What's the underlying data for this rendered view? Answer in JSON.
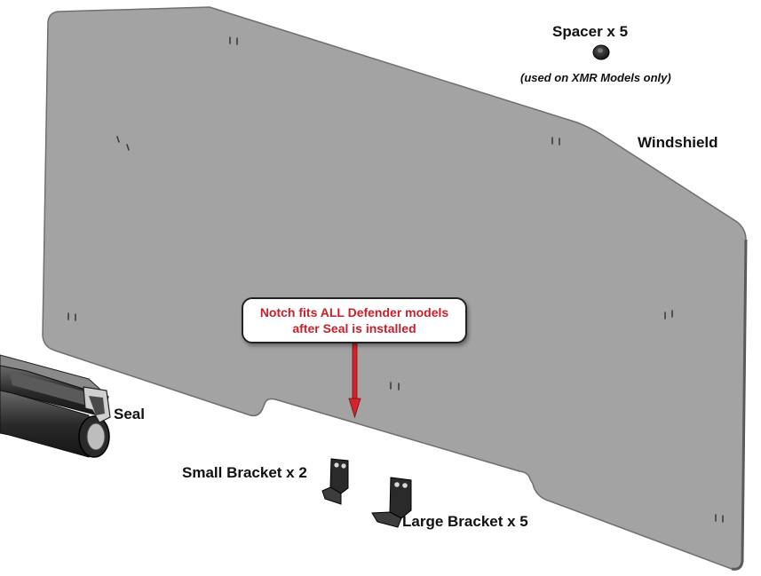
{
  "labels": {
    "spacer": "Spacer x 5",
    "spacer_note": "(used on XMR Models only)",
    "windshield": "Windshield",
    "seal": "Seal",
    "small_bracket": "Small Bracket x 2",
    "large_bracket": "Large Bracket x 5"
  },
  "callout": {
    "line1": "Notch fits ALL Defender models",
    "line2": "after Seal is installed"
  },
  "colors": {
    "windshield_fill": "#a3a3a3",
    "windshield_edge": "#6f6f6f",
    "callout_text": "#c8202b",
    "arrow": "#d6222c",
    "hardware": "#2a2a2a"
  }
}
